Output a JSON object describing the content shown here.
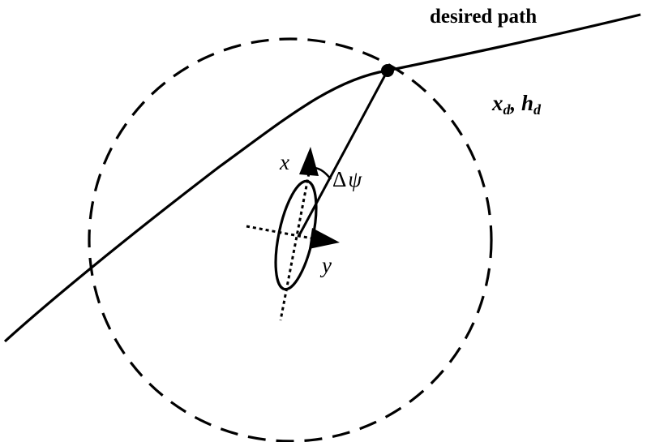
{
  "labels": {
    "path_label": "desired path",
    "target_x": "x",
    "target_x_sub": "d",
    "target_sep": ", ",
    "target_h": "h",
    "target_h_sub": "d",
    "axis_x": "x",
    "axis_y": "y",
    "delta": "Δ",
    "psi": "ψ"
  },
  "colors": {
    "line": "#000000",
    "background": "#ffffff"
  }
}
